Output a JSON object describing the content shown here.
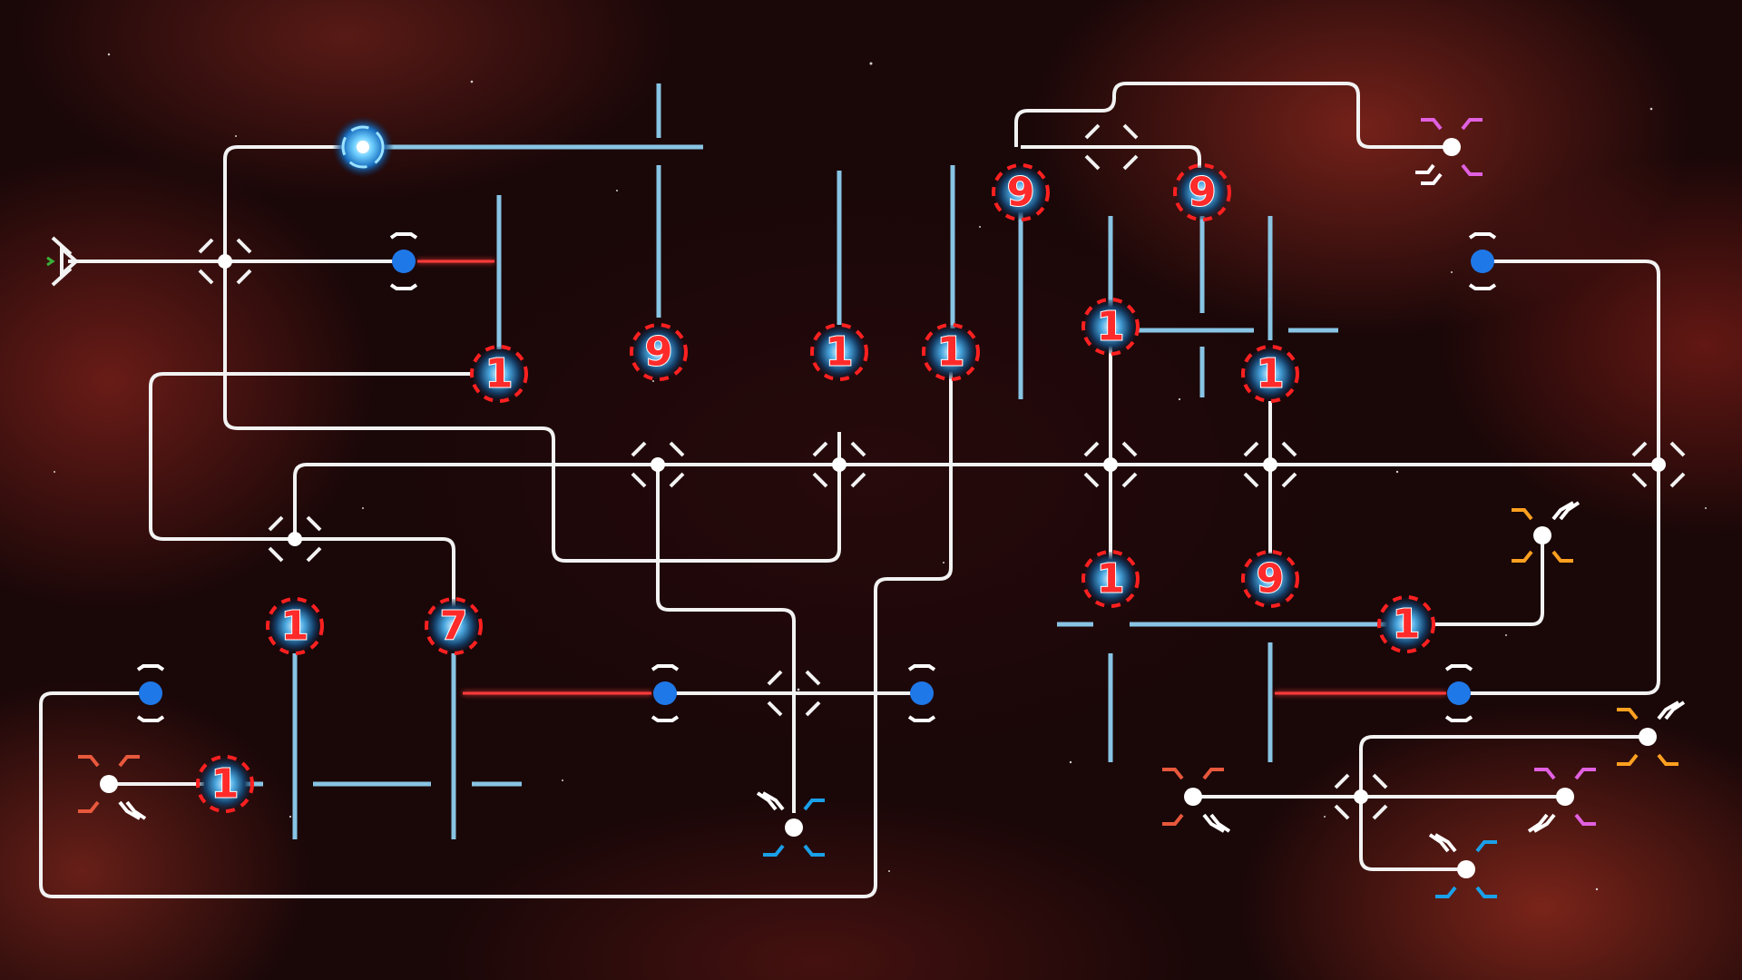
{
  "colors": {
    "wire": "#f2f2f2",
    "beam": "#8ecff0",
    "laser": "#ff3a3a",
    "node_blue": "#1f78e8",
    "orb_ring": "#ff2020",
    "magenta": "#e060e0",
    "orange": "#ffa020",
    "coral": "#e8583c",
    "cyan": "#1aa0e8"
  },
  "puzzle": {
    "numbered_orbs": [
      {
        "id": "orb-a",
        "label": "1"
      },
      {
        "id": "orb-b",
        "label": "9"
      },
      {
        "id": "orb-c",
        "label": "1"
      },
      {
        "id": "orb-d",
        "label": "1"
      },
      {
        "id": "orb-e",
        "label": "9"
      },
      {
        "id": "orb-f",
        "label": "9"
      },
      {
        "id": "orb-g",
        "label": "1"
      },
      {
        "id": "orb-h",
        "label": "1"
      },
      {
        "id": "orb-i",
        "label": "1"
      },
      {
        "id": "orb-j",
        "label": "7"
      },
      {
        "id": "orb-k",
        "label": "1"
      },
      {
        "id": "orb-l",
        "label": "9"
      },
      {
        "id": "orb-m",
        "label": "1"
      },
      {
        "id": "orb-n",
        "label": "1"
      }
    ],
    "icons": {
      "start": "start-arrow-icon",
      "target": "target-bracket-icon",
      "junction": "junction-diamond-icon",
      "emitter": "emitter-node-icon",
      "portal": "portal-swirl-icon"
    }
  }
}
